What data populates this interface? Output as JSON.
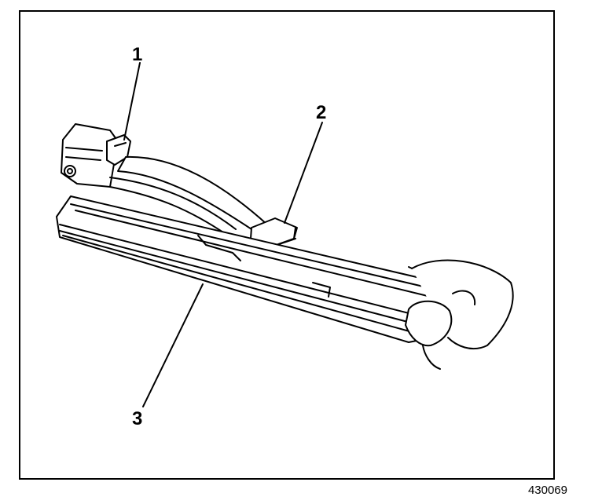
{
  "figure": {
    "callouts": {
      "one": "1",
      "two": "2",
      "three": "3"
    },
    "figure_id": "430069"
  }
}
